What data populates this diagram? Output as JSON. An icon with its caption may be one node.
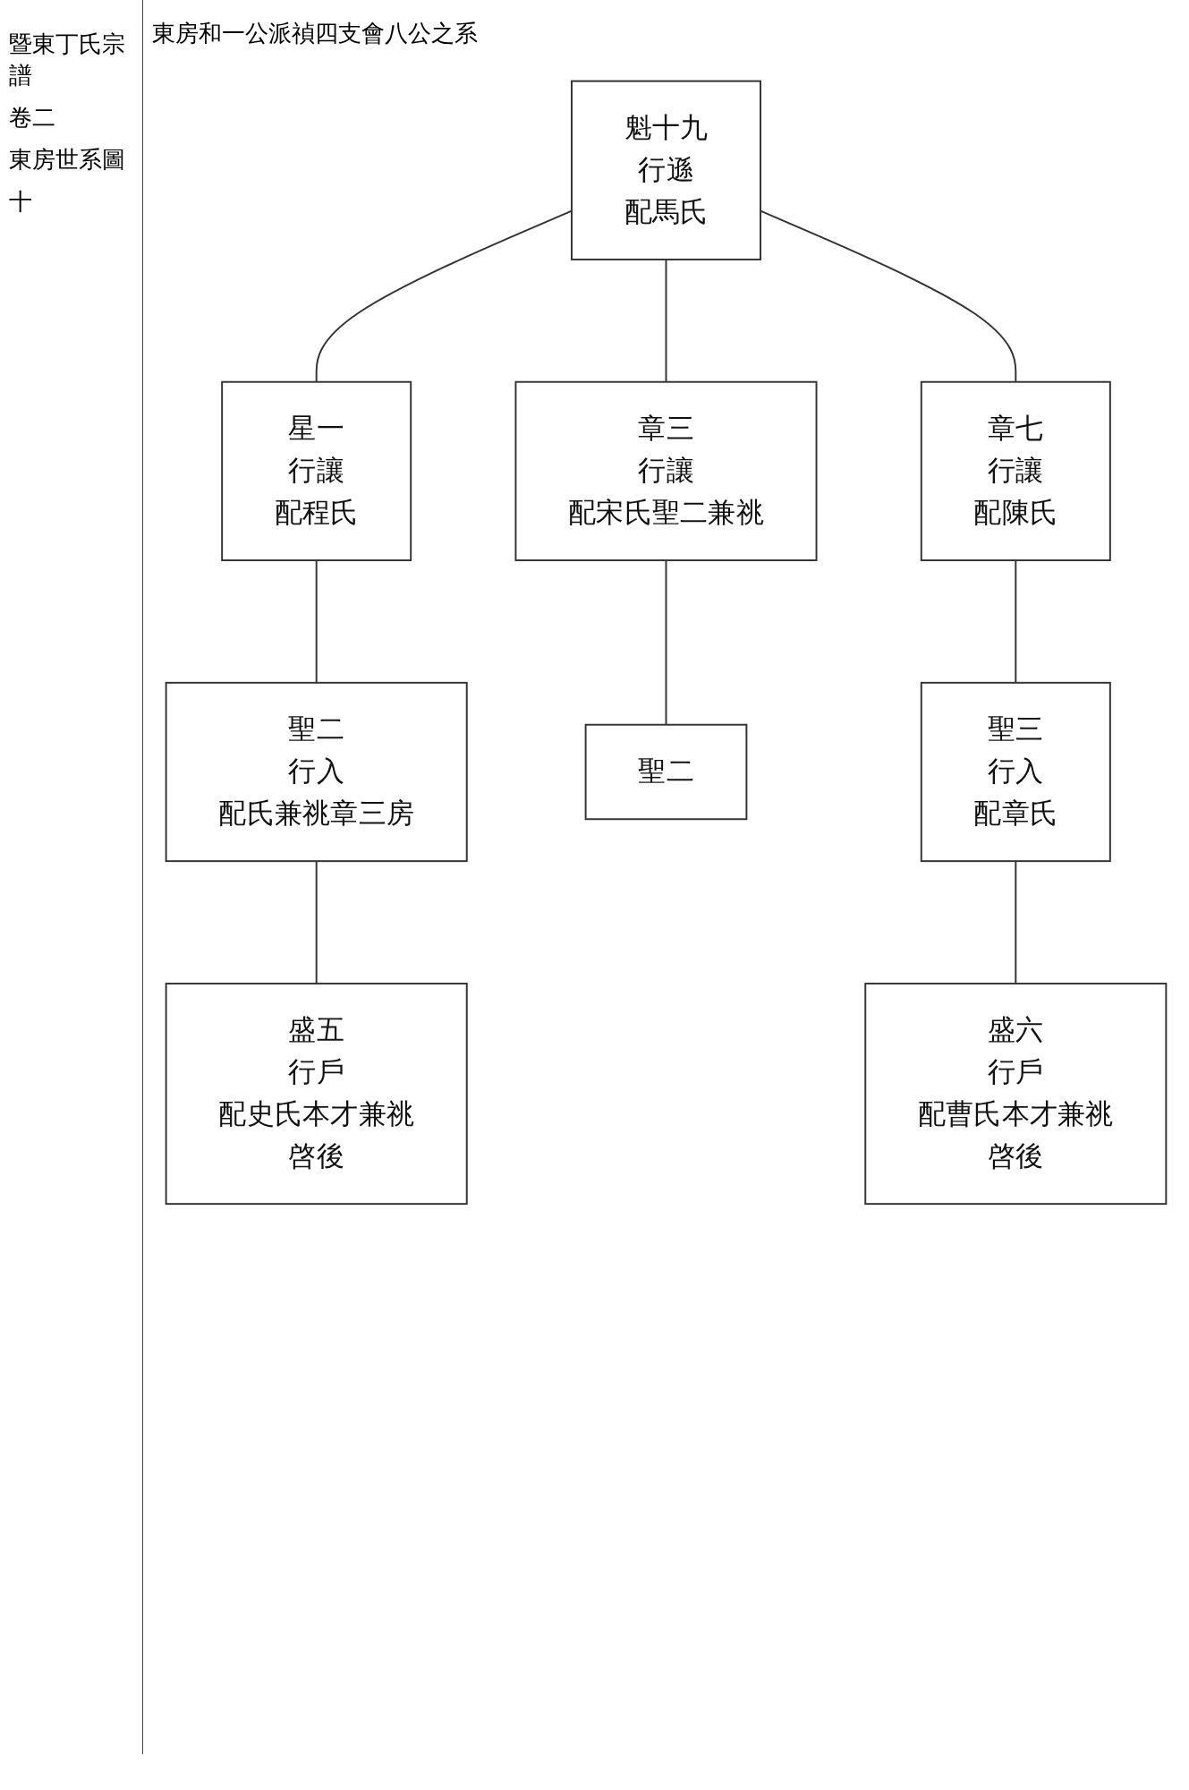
{
  "diagram": {
    "title": "東房和一公派禎四支會八公之系",
    "nodes": [
      {
        "text": [
          "魁十九",
          "行遜",
          "配馬氏"
        ]
      },
      {
        "text": [
          "星一",
          "行讓",
          "配程氏"
        ]
      },
      {
        "text": [
          "聖二",
          "行入",
          "配氏兼祧章三房"
        ]
      },
      {
        "text": [
          "盛五",
          "行戶",
          "配史氏本才兼祧",
          "啓後"
        ]
      },
      {
        "text": [
          "章三",
          "行讓",
          "配宋氏聖二兼祧"
        ]
      },
      {
        "text": [
          "聖二"
        ]
      },
      {
        "text": [
          "章七",
          "行讓",
          "配陳氏"
        ]
      },
      {
        "text": [
          "聖三",
          "行入",
          "配章氏"
        ]
      },
      {
        "text": [
          "盛六",
          "行戶",
          "配曹氏本才兼祧",
          "啓後"
        ]
      }
    ],
    "edges": [
      {
        "from": 0,
        "to": 1,
        "arrow": "none"
      },
      {
        "from": 0,
        "to": 4,
        "arrow": "none"
      },
      {
        "from": 0,
        "to": 6,
        "arrow": "none"
      },
      {
        "from": 1,
        "to": 2,
        "arrow": "none"
      },
      {
        "from": 2,
        "to": 3,
        "arrow": "none"
      },
      {
        "from": 4,
        "to": 5,
        "arrow": "none"
      },
      {
        "from": 6,
        "to": 7,
        "arrow": "none"
      },
      {
        "from": 7,
        "to": 8,
        "arrow": "none"
      }
    ],
    "labels": [
      "暨東丁氏宗譜",
      "卷二",
      "東房世系圖",
      "十"
    ]
  }
}
